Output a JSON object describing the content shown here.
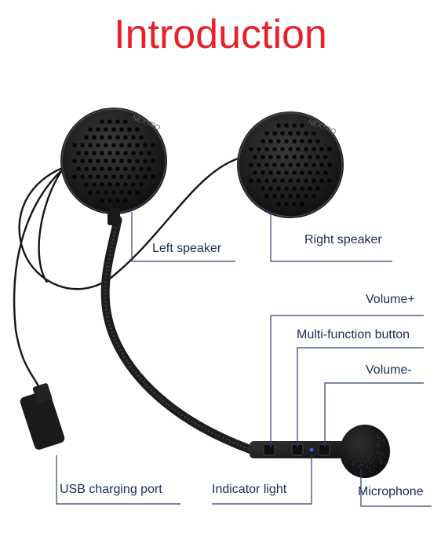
{
  "title": "Introduction",
  "labels": {
    "left_speaker": "Left speaker",
    "right_speaker": "Right speaker",
    "volume_plus": "Volume+",
    "multi_function_button": "Multi-function button",
    "volume_minus": "Volume-",
    "usb_charging_port": "USB charging port",
    "indicator_light": "Indicator light",
    "microphone": "Microphone"
  },
  "speaker_brand": "NEXTRO",
  "colors": {
    "title": "#e8202a",
    "label_text": "#1a2a55",
    "callout_line": "#2b3f73",
    "indicator_led": "#3a5cff",
    "device_body": "#1b1b1b"
  }
}
